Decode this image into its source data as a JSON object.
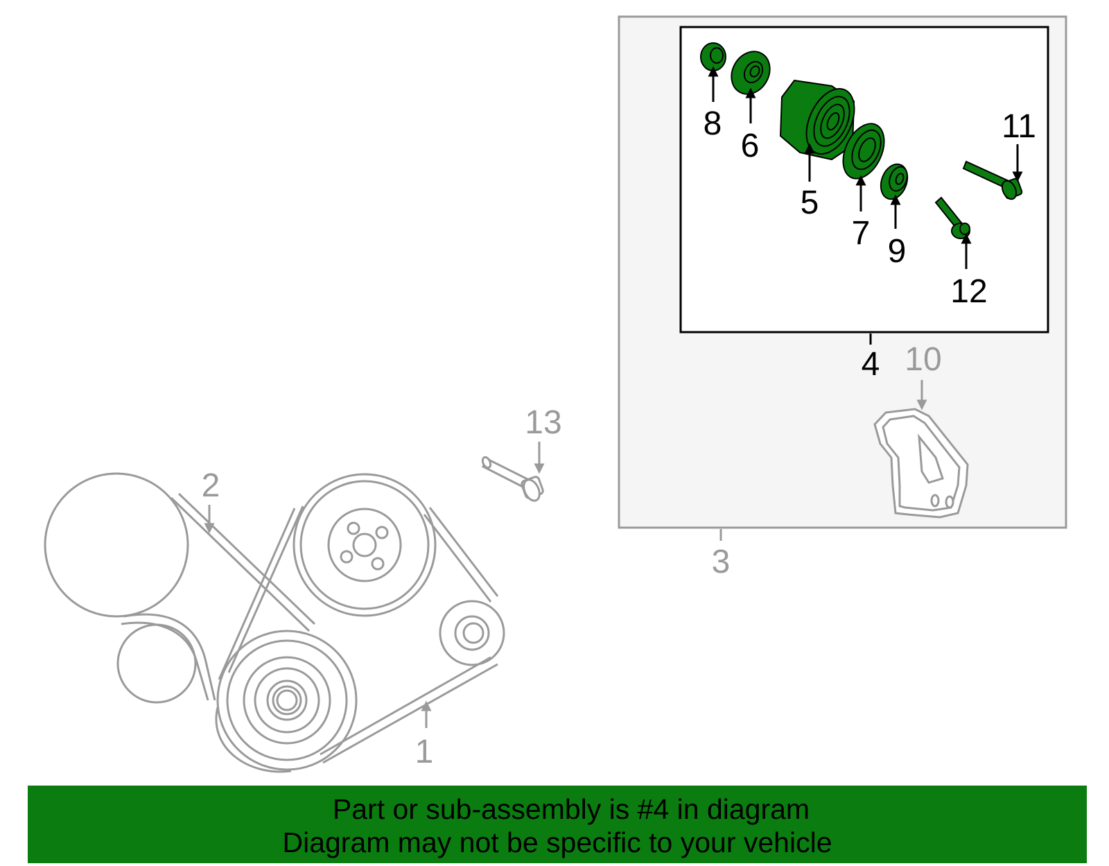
{
  "colors": {
    "highlight_green": "#0b7d10",
    "part_grey": "#9a9a9a",
    "line_dark": "#000000",
    "subassembly_bg": "#f5f5f5"
  },
  "callouts": {
    "c1": "1",
    "c2": "2",
    "c3": "3",
    "c4": "4",
    "c5": "5",
    "c6": "6",
    "c7": "7",
    "c8": "8",
    "c9": "9",
    "c10": "10",
    "c11": "11",
    "c12": "12",
    "c13": "13"
  },
  "banner": {
    "line1": "Part or sub-assembly is #4 in diagram",
    "line2": "Diagram may not be specific to your vehicle"
  }
}
